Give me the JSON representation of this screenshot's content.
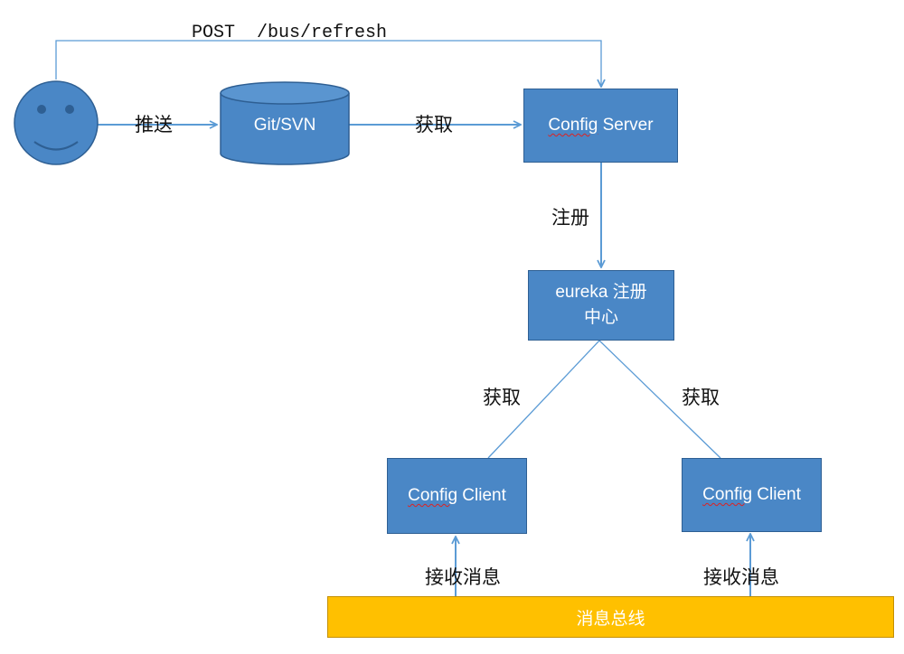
{
  "top_request": {
    "method": "POST",
    "path": "/bus/refresh"
  },
  "git": {
    "label": "Git/SVN"
  },
  "config_server": {
    "label_part1": "Config",
    "label_part2": " Server"
  },
  "eureka": {
    "line1": "eureka 注册",
    "line2": "中心"
  },
  "client_left": {
    "label_part1": "Config",
    "label_part2": " Client"
  },
  "client_right": {
    "label_part1": "Config",
    "label_part2": " Client"
  },
  "bus": {
    "label": "消息总线"
  },
  "edges": {
    "push": "推送",
    "fetch_git": "获取",
    "register": "注册",
    "fetch_left": "获取",
    "fetch_right": "获取",
    "receive_left": "接收消息",
    "receive_right": "接收消息"
  },
  "colors": {
    "box_fill": "#4a87c6",
    "line": "#5b9bd5",
    "bus_fill": "#ffc000"
  }
}
